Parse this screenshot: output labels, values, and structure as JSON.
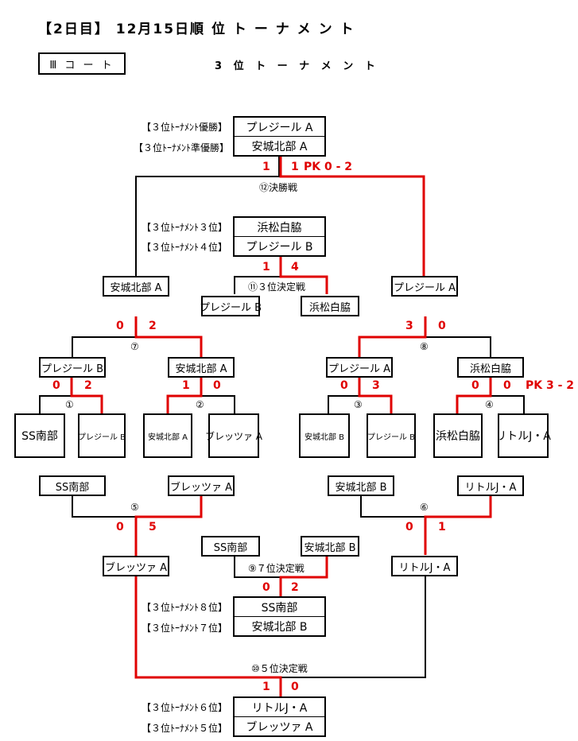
{
  "header": {
    "title": "【2日目】 12月15日順 位 ト ー ナ メ ン ト"
  },
  "court": {
    "label": "Ⅲ コ ー ト"
  },
  "subtitle": "3 位 ト ー ナ メ ン ト",
  "ranks": {
    "r1": "【３位ﾄｰﾅﾒﾝﾄ優勝】",
    "r2": "【３位ﾄｰﾅﾒﾝﾄ準優勝】",
    "r3": "【３位ﾄｰﾅﾒﾝﾄ３位】",
    "r4": "【３位ﾄｰﾅﾒﾝﾄ４位】",
    "r8": "【３位ﾄｰﾅﾒﾝﾄ８位】",
    "r7": "【３位ﾄｰﾅﾒﾝﾄ７位】",
    "r6": "【３位ﾄｰﾅﾒﾝﾄ６位】",
    "r5": "【３位ﾄｰﾅﾒﾝﾄ５位】"
  },
  "results": {
    "r1": "プレジール A",
    "r2": "安城北部 A",
    "r3": "浜松白脇",
    "r4": "プレジール B",
    "r8": "SS南部",
    "r7": "安城北部 B",
    "r6": "リトルJ・A",
    "r5": "ブレッツァ A"
  },
  "matches": {
    "m1": "①",
    "m2": "②",
    "m3": "③",
    "m4": "④",
    "m5": "⑤",
    "m6": "⑥",
    "m7": "⑦",
    "m8": "⑧",
    "final": "⑫決勝戦",
    "third": "⑪３位決定戦",
    "seventh": "⑨７位決定戦",
    "fifth": "⑩５位決定戦"
  },
  "teams": {
    "r1a": "SS南部",
    "r1b": "プレジール B",
    "r1c": "安城北部 A",
    "r1d": "ブレッツァ A",
    "r1e": "安城北部 B",
    "r1f": "プレジール B",
    "r1g": "浜松白脇",
    "r1h": "リトルJ・A",
    "q7a": "プレジール B",
    "q7b": "安城北部 A",
    "q8a": "プレジール A",
    "q8b": "浜松白脇",
    "s_left": "安城北部 A",
    "s_right": "プレジール A",
    "t3a": "プレジール B",
    "t3b": "浜松白脇",
    "l5a": "SS南部",
    "l5b": "ブレッツァ A",
    "l6a": "安城北部 B",
    "l6b": "リトルJ・A",
    "l5w": "ブレッツァ A",
    "l6w": "リトルJ・A",
    "t7a": "SS南部",
    "t7b": "安城北部 B"
  },
  "scores": {
    "final_l": "1",
    "final_r": "1",
    "final_pk": "PK 0 - 2",
    "third_l": "1",
    "third_r": "4",
    "m7_l": "0",
    "m7_r": "2",
    "m8_l": "3",
    "m8_r": "0",
    "m1_l": "0",
    "m1_r": "2",
    "m2_l": "1",
    "m2_r": "0",
    "m3_l": "0",
    "m3_r": "3",
    "m4_l": "0",
    "m4_r": "0",
    "m4_pk": "PK 3 - 2",
    "m5_l": "0",
    "m5_r": "5",
    "m6_l": "0",
    "m6_r": "1",
    "seventh_l": "0",
    "seventh_r": "2",
    "fifth_l": "1",
    "fifth_r": "0"
  },
  "colors": {
    "winner_line": "#e00000",
    "loser_line": "#000000"
  }
}
